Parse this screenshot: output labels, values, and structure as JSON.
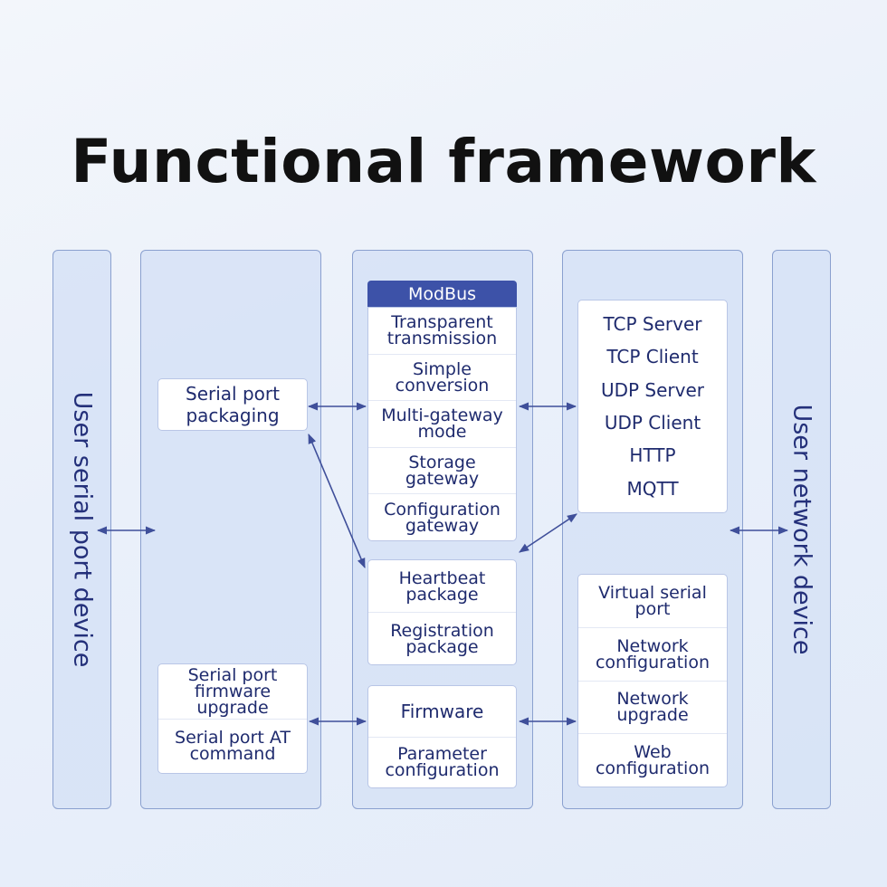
{
  "title": "Functional framework",
  "left_device": "User serial port device",
  "right_device": "User network device",
  "serial_packaging": [
    "Serial port",
    "packaging"
  ],
  "serial_tools": [
    [
      "Serial port",
      "firmware upgrade"
    ],
    [
      "Serial port AT",
      "command"
    ]
  ],
  "modbus": {
    "header": "ModBus",
    "items": [
      [
        "Transparent",
        "transmission"
      ],
      [
        "Simple",
        "conversion"
      ],
      [
        "Multi-gateway",
        "mode"
      ],
      [
        "Storage",
        "gateway"
      ],
      [
        "Configuration",
        "gateway"
      ]
    ]
  },
  "packages": [
    [
      "Heartbeat",
      "package"
    ],
    [
      "Registration",
      "package"
    ]
  ],
  "firmware": [
    [
      "Firmware"
    ],
    [
      "Parameter",
      "configuration"
    ]
  ],
  "protocols": [
    "TCP Server",
    "TCP Client",
    "UDP Server",
    "UDP Client",
    "HTTP",
    "MQTT"
  ],
  "network_tools": [
    [
      "Virtual serial",
      "port"
    ],
    [
      "Network",
      "configuration"
    ],
    [
      "Network",
      "upgrade"
    ],
    [
      "Web",
      "configuration"
    ]
  ],
  "colors": {
    "column_fill": "#d6e2f6",
    "column_border": "#8aa0cf",
    "header_fill": "#3d52a8",
    "arrow": "#3f4f9a",
    "text": "#1f2b6e"
  }
}
